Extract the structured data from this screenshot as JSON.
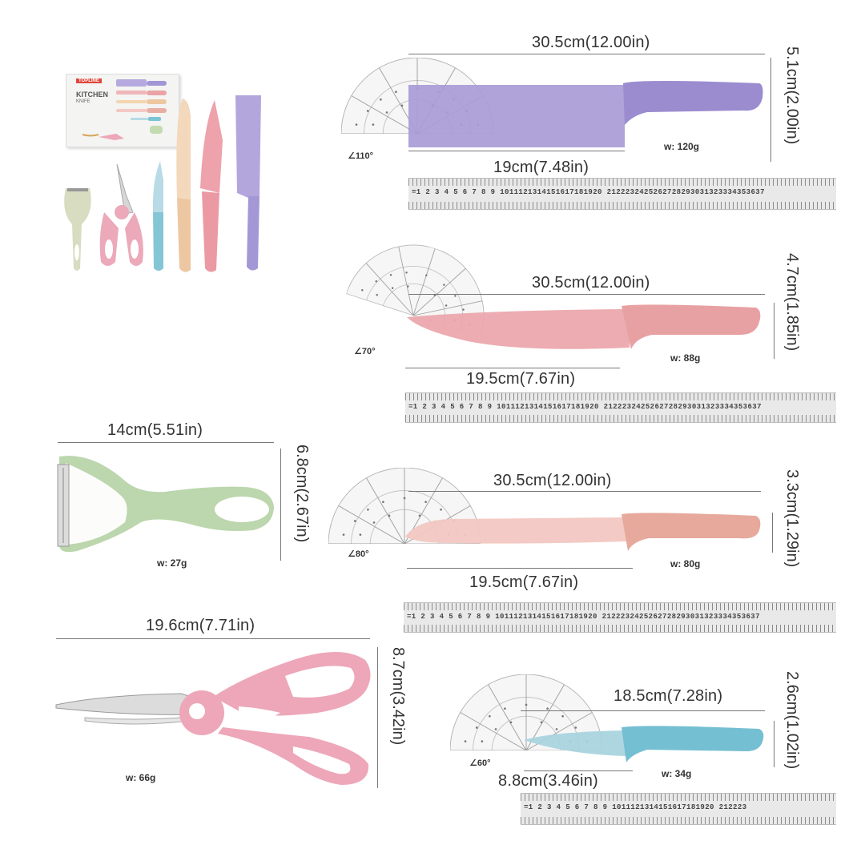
{
  "box": {
    "brand": "TOPLINE",
    "title": "KITCHEN",
    "subtitle": "KNIFE",
    "brand_color": "#e0483b"
  },
  "ruler_numbers": "=1 2 3 4 5 6 7 8 9 1011121314151617181920 2122232425262728293031323334353637",
  "ruler_numbers_short": "=1 2 3 4 5 6 7 8 9 1011121314151617181920 212223",
  "knives": [
    {
      "id": "cleaver",
      "length": "30.5cm(12.00in)",
      "blade": "19cm(7.48in)",
      "width": "5.1cm(2.00in)",
      "weight": "w:  120g",
      "angle": "∠110°",
      "color": "#a99bd6",
      "handle": "#9b8cd0"
    },
    {
      "id": "chef",
      "length": "30.5cm(12.00in)",
      "blade": "19.5cm(7.67in)",
      "width": "4.7cm(1.85in)",
      "weight": "w:  88g",
      "angle": "∠70°",
      "color": "#eba6ab",
      "handle": "#e8a1a3"
    },
    {
      "id": "bread",
      "length": "30.5cm(12.00in)",
      "blade": "19.5cm(7.67in)",
      "width": "3.3cm(1.29in)",
      "weight": "w:  80g",
      "angle": "∠80°",
      "color": "#f2c7c2",
      "handle": "#e6a99b"
    },
    {
      "id": "paring",
      "length": "18.5cm(7.28in)",
      "blade": "8.8cm(3.46in)",
      "width": "2.6cm(1.02in)",
      "weight": "w:  34g",
      "angle": "∠60°",
      "color": "#a7d2de",
      "handle": "#74bfd2"
    }
  ],
  "peeler": {
    "length": "14cm(5.51in)",
    "width": "6.8cm(2.67in)",
    "weight": "w:  27g",
    "color": "#bcd6ad"
  },
  "scissors": {
    "length": "19.6cm(7.71in)",
    "width": "8.7cm(3.42in)",
    "weight": "w:  66g",
    "color": "#eda7b9"
  }
}
